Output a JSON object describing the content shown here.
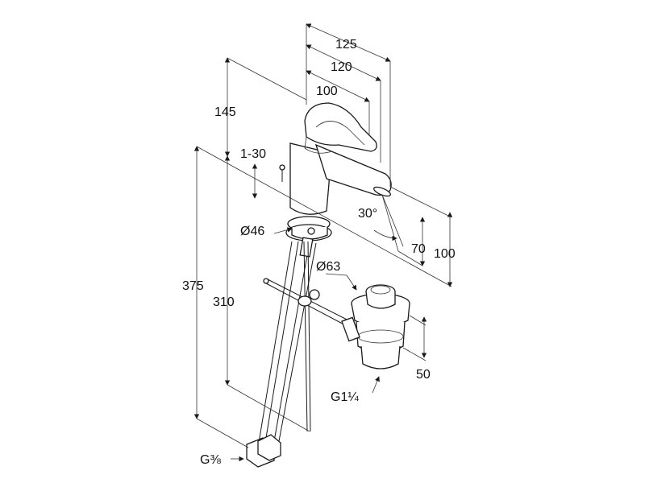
{
  "drawing": {
    "line_color": "#1a1a1a",
    "background": "#ffffff",
    "dimensions": {
      "spout_reach_125": "125",
      "spout_reach_120": "120",
      "spout_reach_100": "100",
      "height_145": "145",
      "deck_thickness": "1-30",
      "total_height_375": "375",
      "hose_length_310": "310",
      "base_diameter": "Ø46",
      "swivel_angle": "30°",
      "outlet_height_70": "70",
      "outlet_height_100": "100",
      "waste_diameter": "Ø63",
      "waste_height_50": "50",
      "waste_thread": "G1¼",
      "supply_thread": "G⅜"
    }
  }
}
